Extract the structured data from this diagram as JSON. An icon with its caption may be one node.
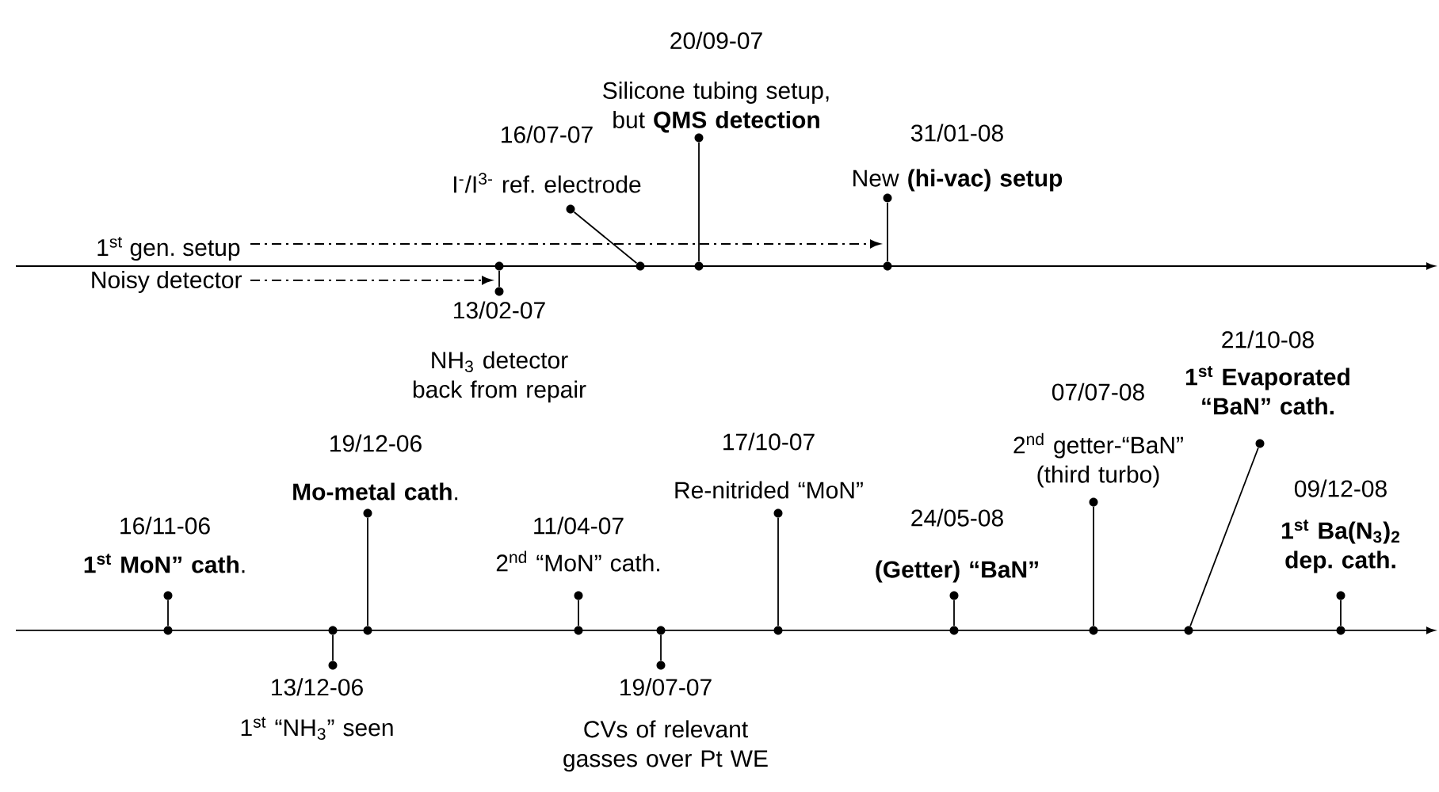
{
  "diagram": {
    "nodes": [
      {
        "text": [
          "20/09-07",
          "Silicone tubing setup, but **QMS detection**"
        ]
      },
      {
        "text": [
          "16/07-07",
          "I$^{-}$/I$^{3-}$ ref. electrode"
        ]
      },
      {
        "text": [
          "31/01-08",
          "New **(hi-vac) setup**"
        ]
      },
      {
        "text": [
          "1$^{st}$ gen. setup"
        ]
      },
      {
        "text": [
          "Noisy detector"
        ]
      },
      {
        "text": [
          "13/02-07",
          "NH$_{3}$ detector back from repair"
        ]
      },
      {
        "text": [
          "16/11-06",
          "**1$^{st}$ MoN” cath**."
        ]
      },
      {
        "text": [
          "13/12-06",
          "1$^{st}$ “NH$_{3}$” seen"
        ]
      },
      {
        "text": [
          "19/12-06",
          "**Mo-metal cath**."
        ]
      },
      {
        "text": [
          "11/04-07",
          "2$^{nd}$ “MoN” cath."
        ]
      },
      {
        "text": [
          "19/07-07",
          "CVs of relevant gasses over Pt WE"
        ]
      },
      {
        "text": [
          "17/10-07",
          "Re-nitrided “MoN”"
        ]
      },
      {
        "text": [
          "24/05-08",
          "(Getter) “BaN”"
        ]
      },
      {
        "text": [
          "07/07-08",
          "2$^{nd}$ getter-“BaN” (third turbo)"
        ]
      },
      {
        "text": [
          "21/10-08",
          "1$^{st}$ Evaporated “BaN” cath."
        ]
      },
      {
        "text": [
          "09/12-08",
          "1$^{st}$ Ba(N$_{3}$)$_{2}$ dep. cath."
        ]
      },
      {
        "text": [],
        "shape": "circle"
      },
      {
        "text": [],
        "shape": "circle"
      },
      {
        "text": [],
        "shape": "circle"
      },
      {
        "text": [],
        "shape": "circle"
      },
      {
        "text": [],
        "shape": "circle"
      },
      {
        "text": [],
        "shape": "circle"
      },
      {
        "text": [],
        "shape": "circle"
      },
      {
        "text": [],
        "shape": "circle"
      },
      {
        "text": [],
        "shape": "circle"
      },
      {
        "text": [],
        "shape": "circle"
      },
      {
        "text": [],
        "shape": "circle"
      },
      {
        "text": [],
        "shape": "circle"
      },
      {
        "text": [],
        "shape": "circle"
      },
      {
        "text": [],
        "shape": "circle"
      },
      {
        "text": [],
        "shape": "circle"
      },
      {
        "text": [],
        "shape": "circle"
      },
      {
        "text": [],
        "shape": "circle"
      },
      {
        "text": [],
        "shape": "circle"
      },
      {
        "text": [],
        "shape": "circle"
      },
      {
        "text": [],
        "shape": "circle"
      },
      {
        "text": [],
        "shape": "circle"
      },
      {
        "text": [],
        "shape": "circle"
      },
      {
        "text": [],
        "shape": "circle"
      },
      {
        "text": [],
        "shape": "circle"
      },
      {
        "text": [],
        "shape": "circle"
      },
      {
        "text": [],
        "shape": "circle"
      },
      {
        "text": [],
        "shape": "circle"
      },
      {
        "text": [],
        "shape": "circle"
      }
    ],
    "edges": [
      {
        "from": 3,
        "to": 23,
        "arrow": "to",
        "style": "dashed"
      },
      {
        "from": 4,
        "to": 16,
        "arrow": "to",
        "style": "dashed"
      },
      {
        "from": 16,
        "to": 17,
        "arrow": "none"
      },
      {
        "from": 18,
        "to": 19,
        "arrow": "none"
      },
      {
        "from": 20,
        "to": 21,
        "arrow": "none"
      },
      {
        "from": 22,
        "to": 23,
        "arrow": "none"
      },
      {
        "from": 24,
        "to": 25,
        "arrow": "none"
      },
      {
        "from": 26,
        "to": 27,
        "arrow": "none"
      },
      {
        "from": 28,
        "to": 29,
        "arrow": "none"
      },
      {
        "from": 30,
        "to": 31,
        "arrow": "none"
      },
      {
        "from": 32,
        "to": 33,
        "arrow": "none"
      },
      {
        "from": 34,
        "to": 35,
        "arrow": "none"
      },
      {
        "from": 36,
        "to": 37,
        "arrow": "none"
      },
      {
        "from": 38,
        "to": 39,
        "arrow": "none"
      },
      {
        "from": 40,
        "to": 41,
        "arrow": "none"
      },
      {
        "from": 42,
        "to": 43,
        "arrow": "none"
      }
    ]
  }
}
